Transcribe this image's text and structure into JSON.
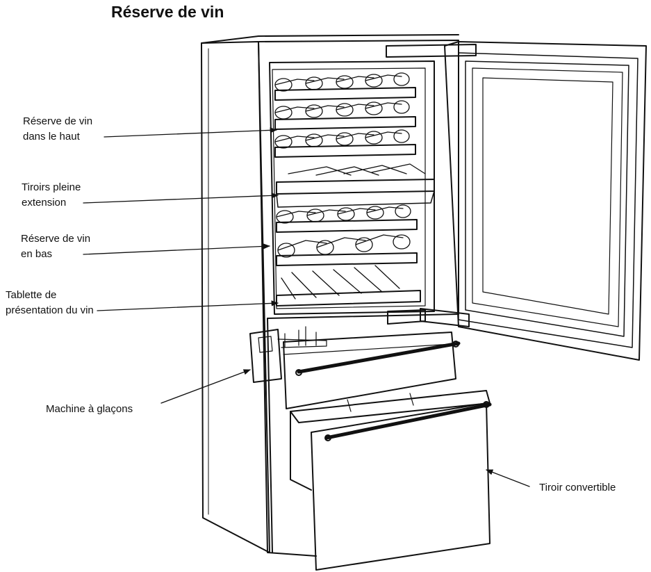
{
  "title": "Réserve de vin",
  "labels": {
    "upper_wine_storage": "Réserve de vin\ndans le haut",
    "full_extension_drawers": "Tiroirs pleine\nextension",
    "lower_wine_storage": "Réserve de vin\nen bas",
    "wine_display_shelf": "Tablette de\nprésentation du vin",
    "ice_maker": "Machine à glaçons",
    "convertible_drawer": "Tiroir convertible"
  },
  "colors": {
    "line": "#111111",
    "background": "#ffffff"
  }
}
